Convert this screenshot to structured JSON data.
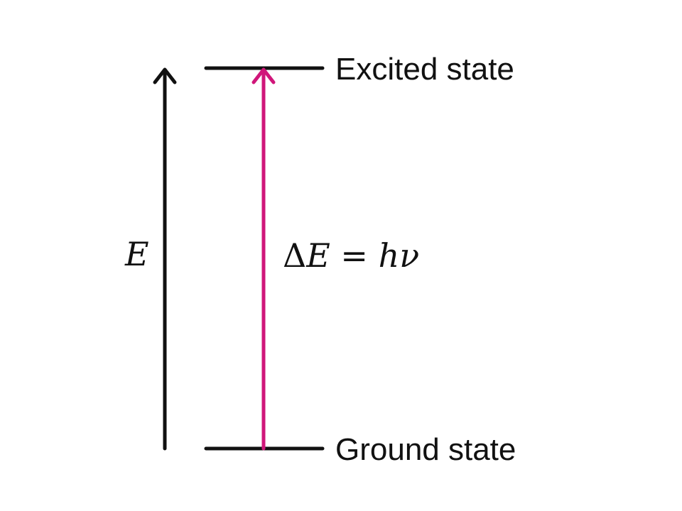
{
  "levels": {
    "excited_label": "Excited state",
    "ground_label": "Ground state"
  },
  "axis": {
    "label": "E"
  },
  "transition": {
    "delta_symbol": "Δ",
    "equation_rest": "E = hν",
    "color": "#d0167a"
  },
  "colors": {
    "line": "#111111",
    "background": "#ffffff"
  }
}
